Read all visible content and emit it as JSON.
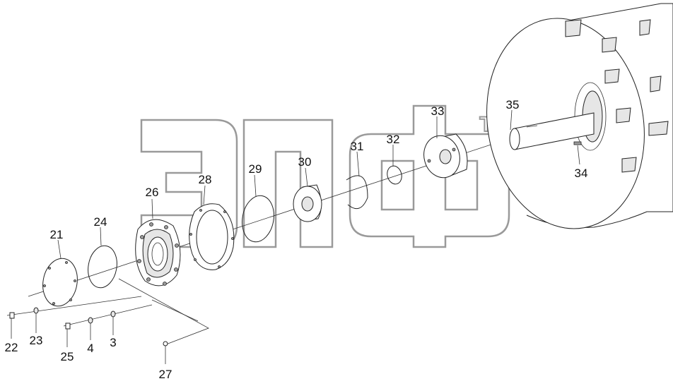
{
  "watermark": {
    "letters": "элф",
    "trademark": "TM"
  },
  "labels": {
    "p3": "3",
    "p4": "4",
    "p21": "21",
    "p22": "22",
    "p23": "23",
    "p24": "24",
    "p25": "25",
    "p26": "26",
    "p27": "27",
    "p28": "28",
    "p29": "29",
    "p30": "30",
    "p31": "31",
    "p32": "32",
    "p33": "33",
    "p34": "34",
    "p35": "35"
  },
  "colors": {
    "line": "#222222",
    "watermark_outline": "#9a9a9a",
    "background": "#ffffff"
  }
}
